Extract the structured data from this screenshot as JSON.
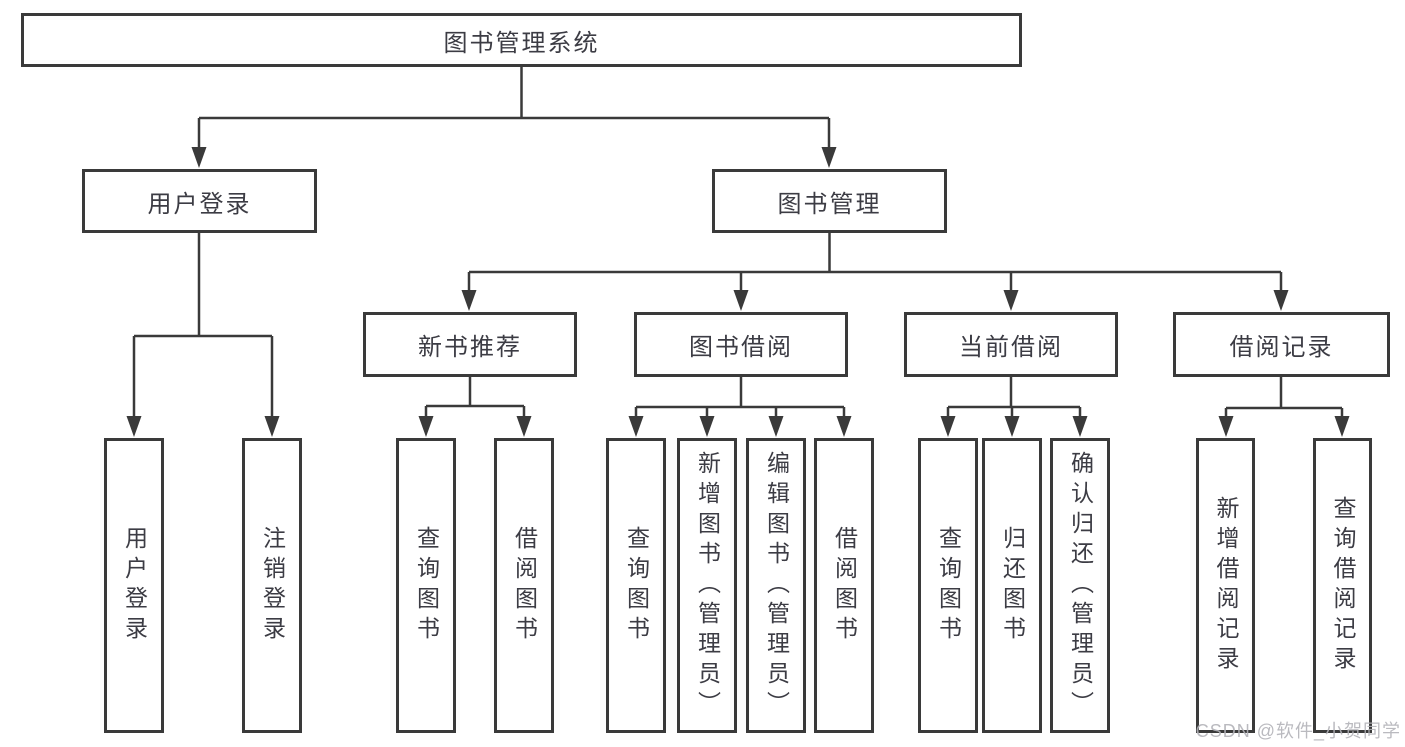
{
  "diagram": {
    "type": "function-structure-tree",
    "watermark": "CSDN @软件_小贺同学",
    "colors": {
      "background": "#ffffff",
      "line": "#3a3a3a",
      "box_border": "#3a3a3a",
      "text": "#3c3c44",
      "watermark_text": "#b2b2b8"
    },
    "nodes": {
      "root": {
        "label": "图书管理系统"
      },
      "user_login": {
        "label": "用户登录"
      },
      "book_management": {
        "label": "图书管理"
      },
      "new_book_recommend": {
        "label": "新书推荐"
      },
      "book_borrow": {
        "label": "图书借阅"
      },
      "current_borrow": {
        "label": "当前借阅"
      },
      "borrow_records": {
        "label": "借阅记录"
      },
      "leaves": {
        "user_login": "用户登录",
        "logout": "注销登录",
        "recommend_query_book": "查询图书",
        "recommend_borrow_book": "借阅图书",
        "borrow_query_book": "查询图书",
        "borrow_add_book": "新增图书（管理员）",
        "borrow_edit_book": "编辑图书（管理员）",
        "borrow_borrow_book": "借阅图书",
        "current_query_book": "查询图书",
        "current_return_book": "归还图书",
        "current_confirm_return": "确认归还（管理员）",
        "records_add_record": "新增借阅记录",
        "records_query_record": "查询借阅记录"
      }
    },
    "edges": [
      "图书管理系统 -> 用户登录",
      "图书管理系统 -> 图书管理",
      "用户登录 -> 用户登录",
      "用户登录 -> 注销登录",
      "图书管理 -> 新书推荐",
      "图书管理 -> 图书借阅",
      "图书管理 -> 当前借阅",
      "图书管理 -> 借阅记录",
      "新书推荐 -> 查询图书",
      "新书推荐 -> 借阅图书",
      "图书借阅 -> 查询图书",
      "图书借阅 -> 新增图书（管理员）",
      "图书借阅 -> 编辑图书（管理员）",
      "图书借阅 -> 借阅图书",
      "当前借阅 -> 查询图书",
      "当前借阅 -> 归还图书",
      "当前借阅 -> 确认归还（管理员）",
      "借阅记录 -> 新增借阅记录",
      "借阅记录 -> 查询借阅记录"
    ]
  }
}
